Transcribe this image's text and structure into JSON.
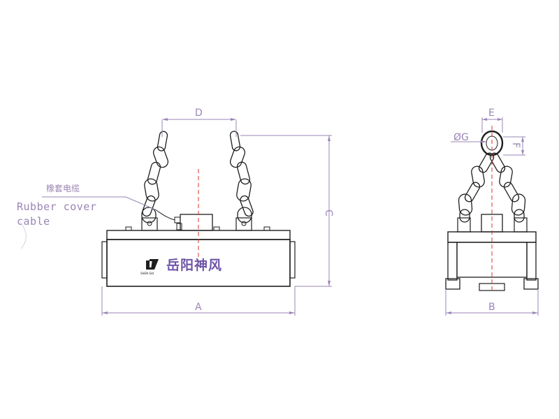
{
  "colors": {
    "outline": "#1e1e1e",
    "dimension": "#9a85b5",
    "centerline": "#e0302a",
    "brand": "#6e55a8"
  },
  "labels": {
    "cable_cn": "橡套电缆",
    "cable_en_line1": "Rubber cover",
    "cable_en_line2": "cable",
    "brand_cn": "岳阳神风",
    "brand_small": "SHEN  SHI"
  },
  "dimensions": {
    "A": "A",
    "B": "B",
    "C": "C",
    "D": "D",
    "E": "E",
    "F": "F",
    "G": "ØG"
  },
  "icons": {
    "brand_logo": "brand-logo-icon"
  }
}
